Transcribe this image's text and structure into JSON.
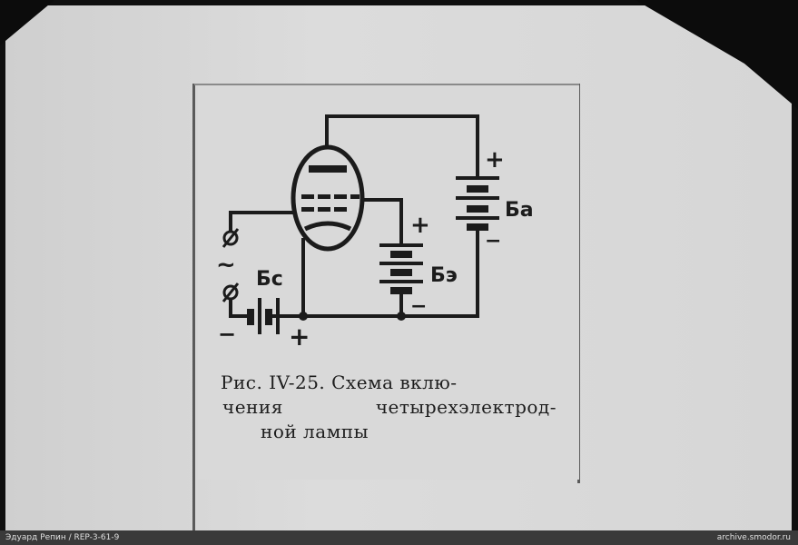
{
  "diagram": {
    "labels": {
      "ba": "Ба",
      "be": "Бэ",
      "bc": "Бс",
      "plus": "+",
      "minus": "−",
      "ac": "~"
    }
  },
  "caption": {
    "line1": "Рис. IV-25. Схема вклю-",
    "line2a": "чения",
    "line2b": "четырехэлектрод-",
    "line3": "ной лампы"
  },
  "footer": {
    "left": "Эдуард Репин / REP-3-61-9",
    "right": "archive.smodor.ru"
  }
}
